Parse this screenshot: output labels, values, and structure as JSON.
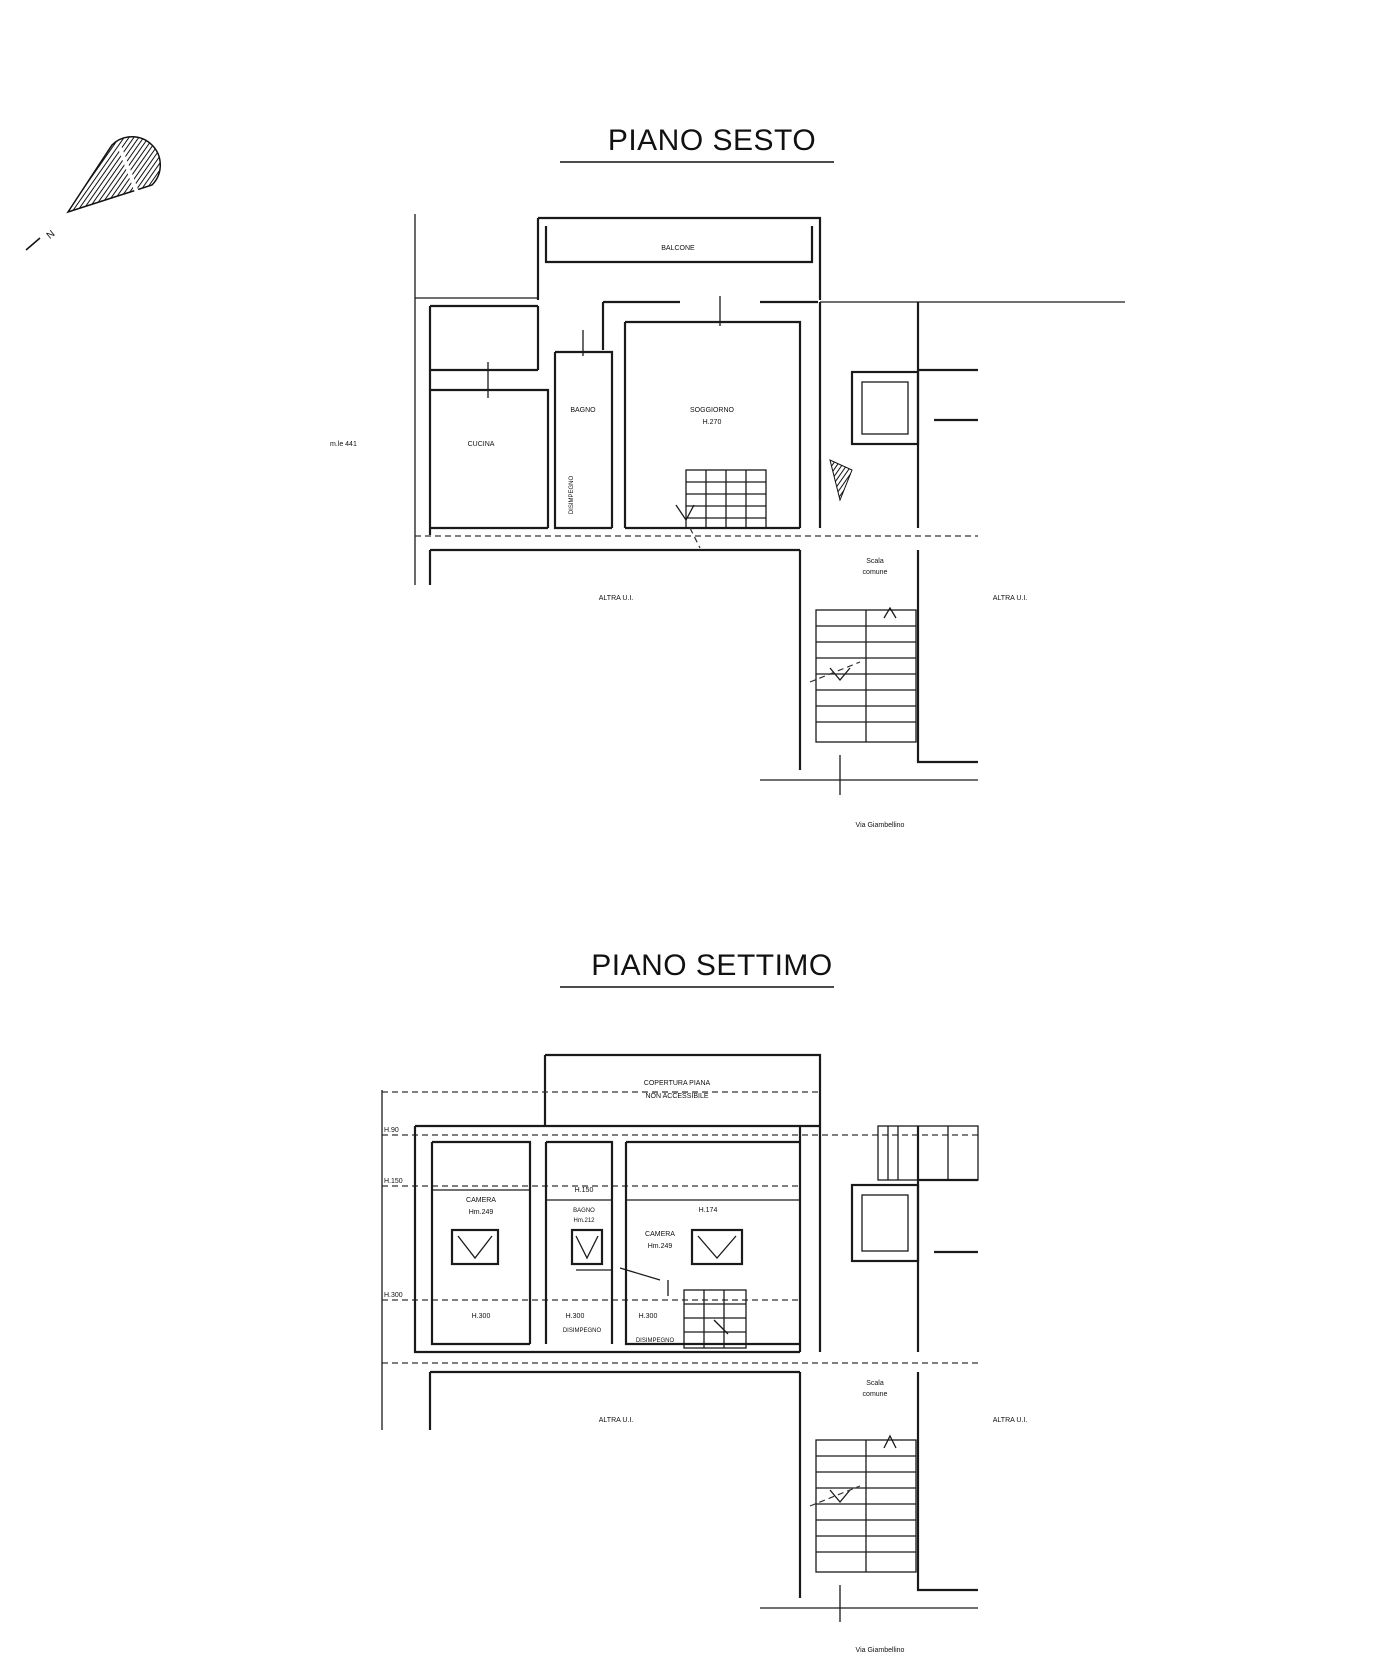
{
  "north_arrow": {
    "label": "N"
  },
  "floor6": {
    "title": "PIANO SESTO",
    "rooms": {
      "balcone": "BALCONE",
      "cucina": "CUCINA",
      "bagno": "BAGNO",
      "soggiorno": "SOGGIORNO",
      "soggiorno_h": "H.270",
      "disimpegno": "DISIMPEGNO",
      "scala1": "Scala",
      "scala2": "comune",
      "altra_left": "ALTRA U.I.",
      "altra_right": "ALTRA U.I."
    },
    "mappale": "m.le 441",
    "street": "Via Giambellino"
  },
  "floor7": {
    "title": "PIANO SETTIMO",
    "roof1": "COPERTURA PIANA",
    "roof2": "NON ACCESSIBILE",
    "levels": {
      "l1": "H.90",
      "l2": "H.150",
      "l3": "H.300"
    },
    "rooms": {
      "camera1": "CAMERA",
      "camera1_h": "Hm.249",
      "bagno": "BAGNO",
      "bagno_h": "Hm.212",
      "camera2": "CAMERA",
      "camera2_h": "Hm.249",
      "h150": "H.150",
      "h174": "H.174",
      "h300_left": "H.300",
      "h300_mid": "H.300",
      "h300_right": "H.300",
      "disimpegno_mid": "DISIMPEGNO",
      "disimpegno_right": "DISIMPEGNO",
      "scala1": "Scala",
      "scala2": "comune",
      "altra_left": "ALTRA U.I.",
      "altra_right": "ALTRA U.I."
    },
    "street": "Via Giambellino"
  }
}
